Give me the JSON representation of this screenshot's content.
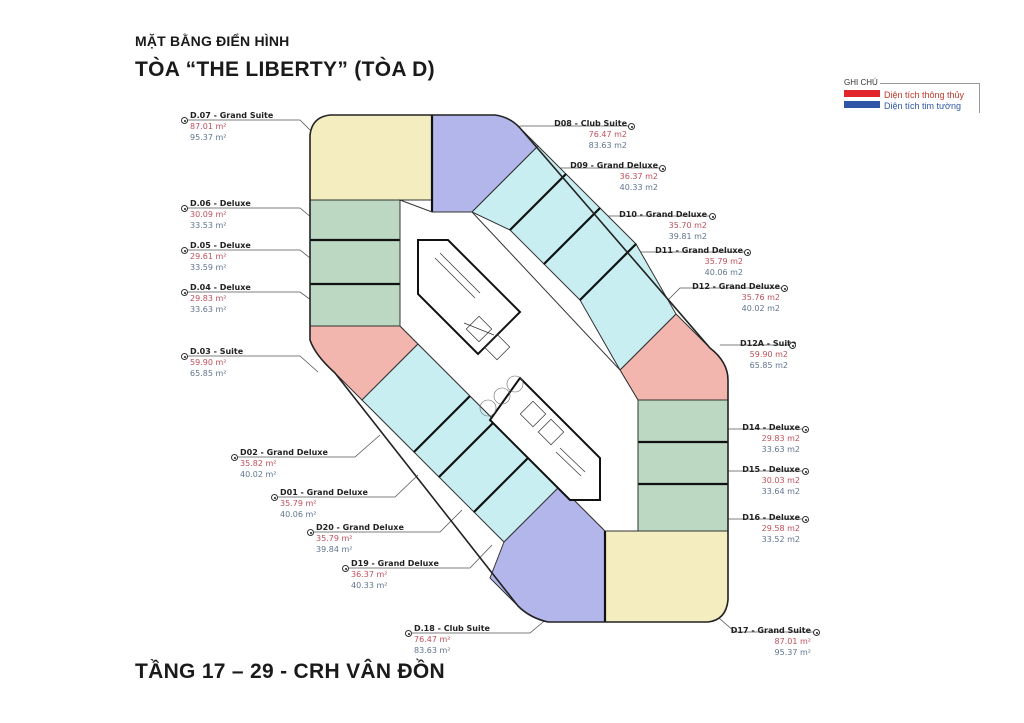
{
  "header": {
    "subtitle": "MẶT BẰNG ĐIỂN HÌNH",
    "title": "TÒA  “THE LIBERTY” (TÒA D)"
  },
  "legend": {
    "title": "GHI CHÚ",
    "items": [
      {
        "label": "Diện tích thông thủy",
        "color": "#e0262c"
      },
      {
        "label": "Diện tích tim tường",
        "color": "#2f56a6"
      }
    ]
  },
  "footer": {
    "title": "TẦNG 17 – 29 - CRH VÂN ĐỒN"
  },
  "colors": {
    "grand_suite": "#f3edc0",
    "club_suite": "#b3b6ea",
    "deluxe": "#bcd8c2",
    "suite": "#f2b6ae",
    "grand_deluxe": "#c8eef2",
    "net_area_text": "#c0505a",
    "gross_area_text": "#5f7590"
  },
  "units": [
    {
      "id": "D.07",
      "name": "D.07 - Grand Suite",
      "net": "87.01 m²",
      "gross": "95.37 m²"
    },
    {
      "id": "D.06",
      "name": "D.06 - Deluxe",
      "net": "30.09 m²",
      "gross": "33.53 m²"
    },
    {
      "id": "D.05",
      "name": "D.05 - Deluxe",
      "net": "29.61 m²",
      "gross": "33.59 m²"
    },
    {
      "id": "D.04",
      "name": "D.04 - Deluxe",
      "net": "29.83 m²",
      "gross": "33.63 m²"
    },
    {
      "id": "D.03",
      "name": "D.03 - Suite",
      "net": "59.90 m²",
      "gross": "65.85 m²"
    },
    {
      "id": "D02",
      "name": "D02 - Grand Deluxe",
      "net": "35.82 m²",
      "gross": "40.02 m²"
    },
    {
      "id": "D01",
      "name": "D01 - Grand Deluxe",
      "net": "35.79 m²",
      "gross": "40.06 m²"
    },
    {
      "id": "D20",
      "name": "D20 - Grand Deluxe",
      "net": "35.79 m²",
      "gross": "39.84 m²"
    },
    {
      "id": "D19",
      "name": "D19 - Grand Deluxe",
      "net": "36.37 m²",
      "gross": "40.33 m²"
    },
    {
      "id": "D.18",
      "name": "D.18 - Club Suite",
      "net": "76.47 m²",
      "gross": "83.63 m²"
    },
    {
      "id": "D08",
      "name": "D08 - Club Suite",
      "net": "76.47 m2",
      "gross": "83.63 m2"
    },
    {
      "id": "D09",
      "name": "D09 - Grand Deluxe",
      "net": "36.37 m2",
      "gross": "40.33 m2"
    },
    {
      "id": "D10",
      "name": "D10 - Grand Deluxe",
      "net": "35.70 m2",
      "gross": "39.81 m2"
    },
    {
      "id": "D11",
      "name": "D11 - Grand Deluxe",
      "net": "35.79 m2",
      "gross": "40.06 m2"
    },
    {
      "id": "D12",
      "name": "D12 - Grand Deluxe",
      "net": "35.76 m2",
      "gross": "40.02 m2"
    },
    {
      "id": "D12A",
      "name": "D12A - Suite",
      "net": "59.90 m2",
      "gross": "65.85 m2"
    },
    {
      "id": "D14",
      "name": "D14 - Deluxe",
      "net": "29.83 m2",
      "gross": "33.63 m2"
    },
    {
      "id": "D15",
      "name": "D15 - Deluxe",
      "net": "30.03 m2",
      "gross": "33.64 m2"
    },
    {
      "id": "D16",
      "name": "D16 - Deluxe",
      "net": "29.58 m2",
      "gross": "33.52 m2"
    },
    {
      "id": "D17",
      "name": "D17 - Grand Suite",
      "net": "87.01 m²",
      "gross": "95.37 m²"
    }
  ]
}
